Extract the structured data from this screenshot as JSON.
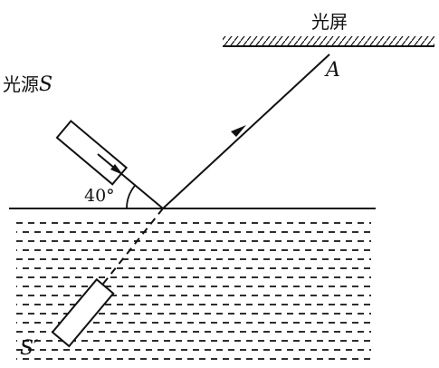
{
  "labels": {
    "screen": "光屏",
    "point_a": "A",
    "source_prefix": "光源",
    "source_symbol": "S",
    "image": "S′",
    "angle": "40°"
  }
}
